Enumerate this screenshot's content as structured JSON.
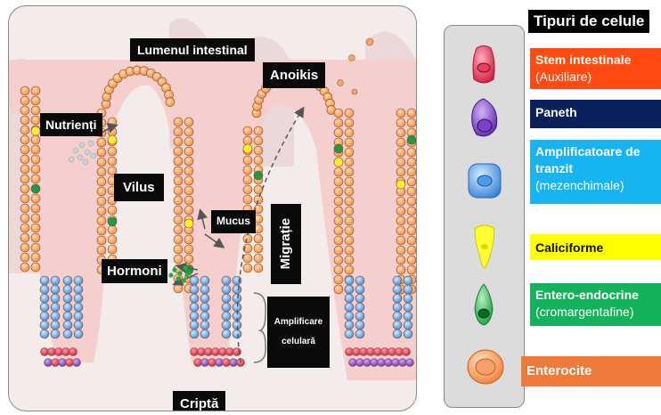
{
  "diagram": {
    "labels": {
      "lumen": "Lumenul intestinal",
      "anoikis": "Anoikis",
      "nutrients": "Nutrienți",
      "villus": "Vilus",
      "mucus": "Mucus",
      "hormones": "Hormoni",
      "migration": "Migrație",
      "amplification_line1": "Amplificare",
      "amplification_line2": "celulară",
      "crypt": "Criptă"
    }
  },
  "legend": {
    "title": "Tipuri de celule",
    "items": [
      {
        "name": "Stem intestinale",
        "sub": "(Auxiliare)",
        "color": "#ff4a12",
        "icon": "stem-cell-icon"
      },
      {
        "name": "Paneth",
        "sub": "",
        "color": "#09205a",
        "icon": "paneth-cell-icon"
      },
      {
        "name": "Amplificatoare de tranzit",
        "sub": "(mezenchimale)",
        "color": "#16b4f0",
        "icon": "transit-amplifying-cell-icon"
      },
      {
        "name": "Caliciforme",
        "sub": "",
        "color": "#ffff00",
        "icon": "goblet-cell-icon"
      },
      {
        "name": "Entero-endocrine",
        "sub": "(cromargentafine)",
        "color": "#14b25a",
        "icon": "enteroendocrine-cell-icon"
      },
      {
        "name": "Enterocite",
        "sub": "",
        "color": "#ee7a3c",
        "icon": "enterocyte-icon"
      }
    ]
  }
}
